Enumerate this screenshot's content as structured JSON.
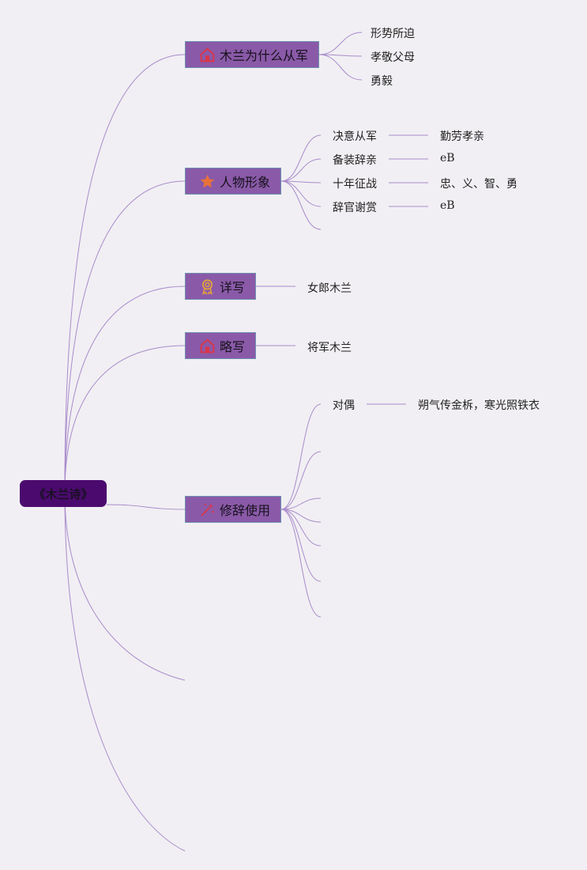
{
  "root": {
    "label": "《木兰诗》"
  },
  "topics": {
    "why": {
      "label": "木兰为什么从军",
      "icon": "house-icon",
      "children": [
        "形势所迫",
        "孝敬父母",
        "勇毅"
      ]
    },
    "character": {
      "label": "人物形象",
      "icon": "star-icon",
      "rows": [
        {
          "label": "决意从军",
          "value": "勤劳孝亲"
        },
        {
          "label": "备装辞亲",
          "value": "eB"
        },
        {
          "label": "十年征战",
          "value": "忠、义、智、勇"
        },
        {
          "label": "辞官谢赏",
          "value": "eB"
        }
      ]
    },
    "detailed": {
      "label": "详写",
      "icon": "medal-icon",
      "child": "女郎木兰"
    },
    "brief": {
      "label": "略写",
      "icon": "house-icon",
      "child": "将军木兰"
    },
    "rhetoric": {
      "label": "修辞使用",
      "icon": "sparkle-icon",
      "rows": [
        {
          "label": "对偶",
          "value": "朔气传金柝，寒光照铁衣"
        }
      ]
    }
  },
  "colors": {
    "background": "#f1eff3",
    "root_fill": "#4b0b6e",
    "topic_fill": "#8a5aa8",
    "line": "#a98bcb",
    "icon_red": "#d9364a",
    "icon_orange": "#e8713a",
    "icon_gold": "#e3a33a"
  }
}
